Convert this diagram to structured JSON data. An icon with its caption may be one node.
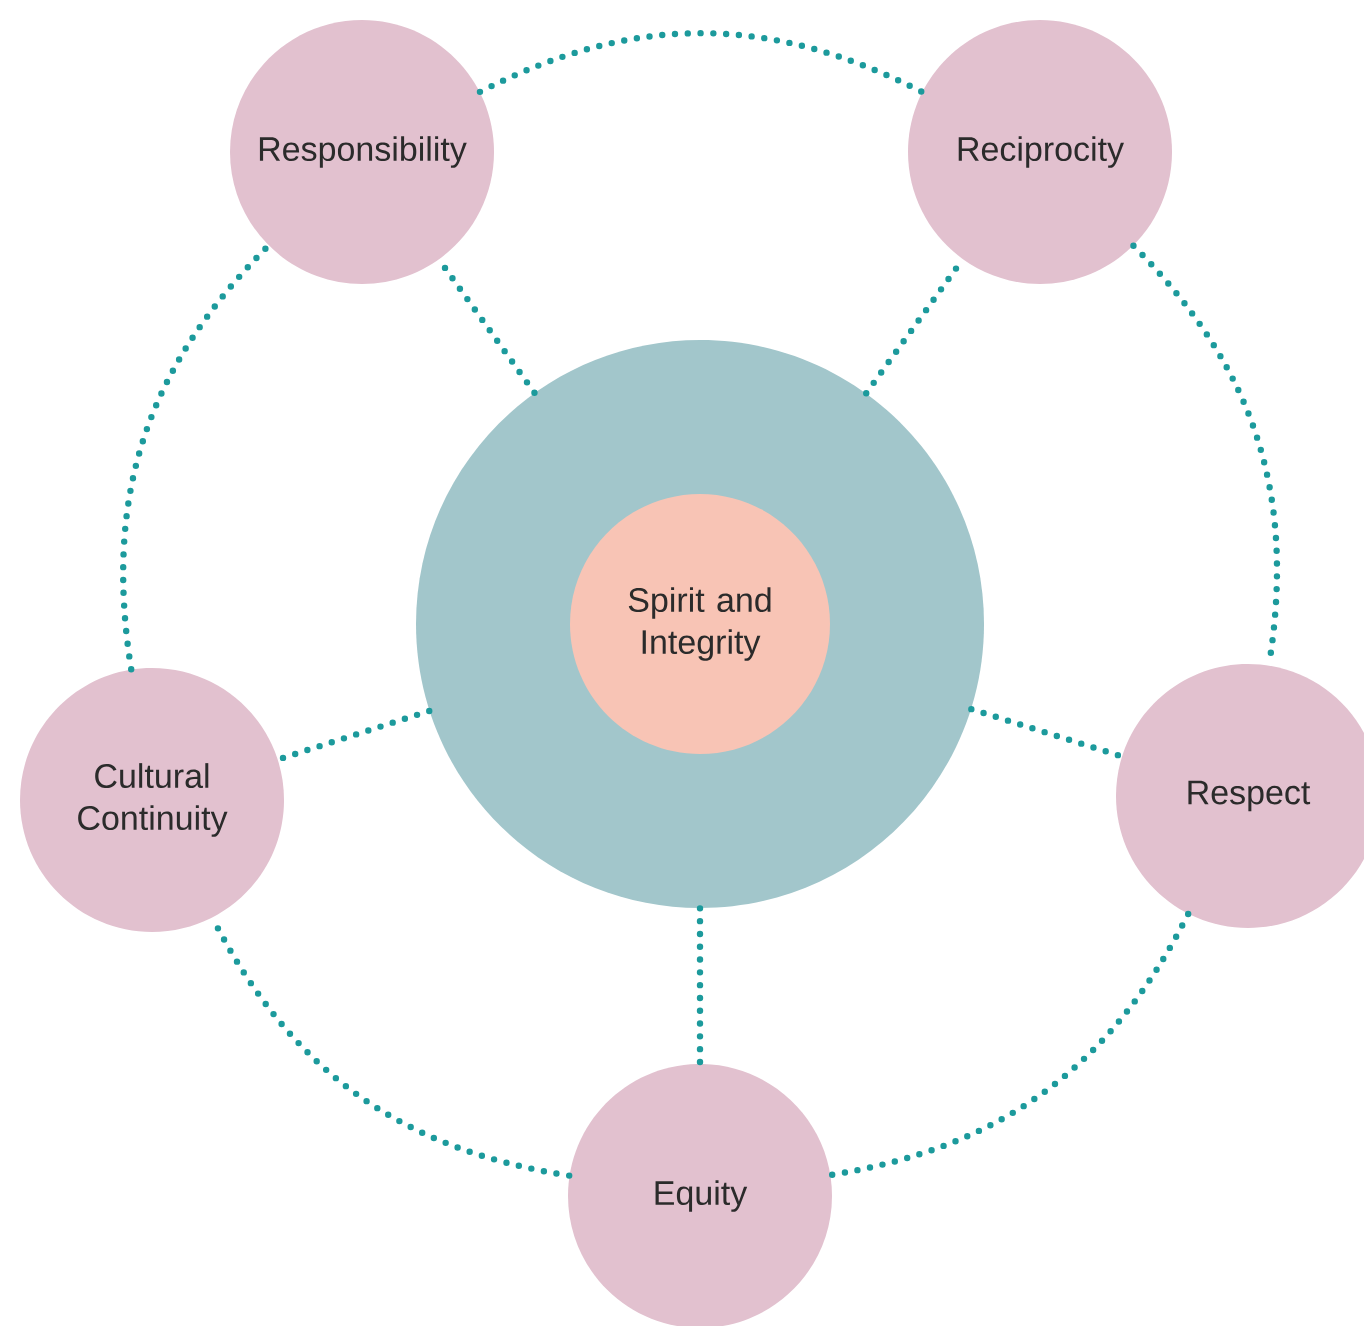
{
  "diagram": {
    "nodes": [
      {
        "text": [
          "Responsibility"
        ]
      },
      {
        "text": [
          "Reciprocity"
        ]
      },
      {
        "text": [],
        "shape": "circle"
      },
      {
        "text": [
          "Spirit and Integrity"
        ],
        "in": 2
      },
      {
        "text": [
          "Cultural Continuity"
        ]
      },
      {
        "text": [
          "Respect"
        ]
      },
      {
        "text": [
          "Equity"
        ]
      }
    ],
    "edges": [
      {
        "from": 2,
        "to": 0,
        "arrow": "none"
      },
      {
        "from": 2,
        "to": 1,
        "arrow": "none"
      },
      {
        "from": 2,
        "to": 4,
        "arrow": "none"
      },
      {
        "from": 2,
        "to": 5,
        "arrow": "none"
      },
      {
        "from": 2,
        "to": 6,
        "arrow": "none"
      },
      {
        "from": 0,
        "to": 1,
        "arrow": "none"
      },
      {
        "from": 1,
        "to": 5,
        "arrow": "none"
      },
      {
        "from": 5,
        "to": 6,
        "arrow": "none"
      },
      {
        "from": 6,
        "to": 4,
        "arrow": "none"
      },
      {
        "from": 4,
        "to": 0,
        "arrow": "none"
      }
    ]
  }
}
